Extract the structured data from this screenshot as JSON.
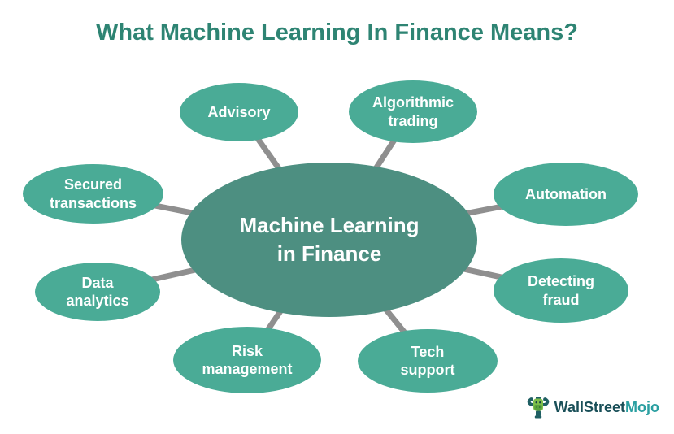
{
  "title": "What Machine Learning In Finance Means?",
  "diagram": {
    "center": {
      "label": "Machine Learning in Finance"
    },
    "nodes": [
      {
        "id": "advisory",
        "label": "Advisory"
      },
      {
        "id": "algorithmic-trading",
        "label": "Algorithmic trading"
      },
      {
        "id": "automation",
        "label": "Automation"
      },
      {
        "id": "detecting-fraud",
        "label": "Detecting fraud"
      },
      {
        "id": "tech-support",
        "label": "Tech support"
      },
      {
        "id": "risk-management",
        "label": "Risk management"
      },
      {
        "id": "data-analytics",
        "label": "Data analytics"
      },
      {
        "id": "secured-transactions",
        "label": "Secured transactions"
      }
    ]
  },
  "logo": {
    "brand_primary": "WallStreet",
    "brand_secondary": "Mojo",
    "icon": "bull-mascot-icon"
  },
  "colors": {
    "title_text": "#2e8473",
    "center_node_fill": "#4d8f81",
    "satellite_node_fill": "#4aab96",
    "node_text": "#ffffff",
    "connector": "#8f8f8f",
    "brand_primary_text": "#194f58",
    "brand_secondary_text": "#2a9fa1",
    "background": "#ffffff"
  }
}
